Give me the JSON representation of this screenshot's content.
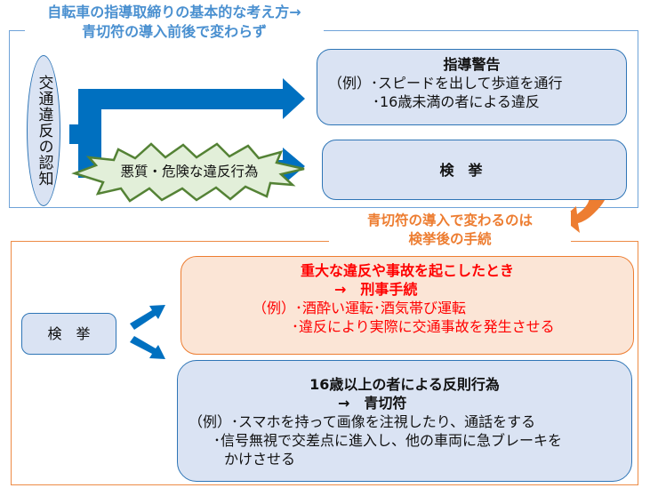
{
  "top_section": {
    "title_line1": "自転車の指導取締りの基本的な考え方→",
    "title_line2": "青切符の導入前後で変わらず",
    "origin": "交通違反の認知",
    "burst_label": "悪質・危険な違反行為",
    "guidance_box": {
      "heading": "指導警告",
      "example_line1": "（例）･スピードを出して歩道を通行",
      "example_line2": "･16歳未満の者による違反"
    },
    "enforcement_box": {
      "label": "検　挙"
    }
  },
  "transition": {
    "line1": "青切符の導入で変わるのは",
    "line2": "検挙後の手続"
  },
  "bottom_section": {
    "enforcement_box": {
      "label": "検　挙"
    },
    "criminal_box": {
      "heading": "重大な違反や事故を起こしたとき",
      "result": "→　刑事手続",
      "example_line1": "（例）･酒酔い運転･酒気帯び運転",
      "example_line2": "･違反により実際に交通事故を発生させる"
    },
    "blue_ticket_box": {
      "heading": "16歳以上の者による反則行為",
      "result": "→　青切符",
      "example_line1": "（例）･スマホを持って画像を注視したり、通話をする",
      "example_line2": "･信号無視で交差点に進入し、他の車両に急ブレーキを",
      "example_line3": "かけさせる"
    }
  },
  "colors": {
    "blue_accent": "#0070C0",
    "blue_border": "#2E75B6",
    "blue_fill": "#DAE3F3",
    "orange_accent": "#ED7D31",
    "orange_fill": "#FBE5D6",
    "red_text": "#FF0000",
    "burst_fill": "#E2EFD9",
    "burst_border": "#548235"
  }
}
